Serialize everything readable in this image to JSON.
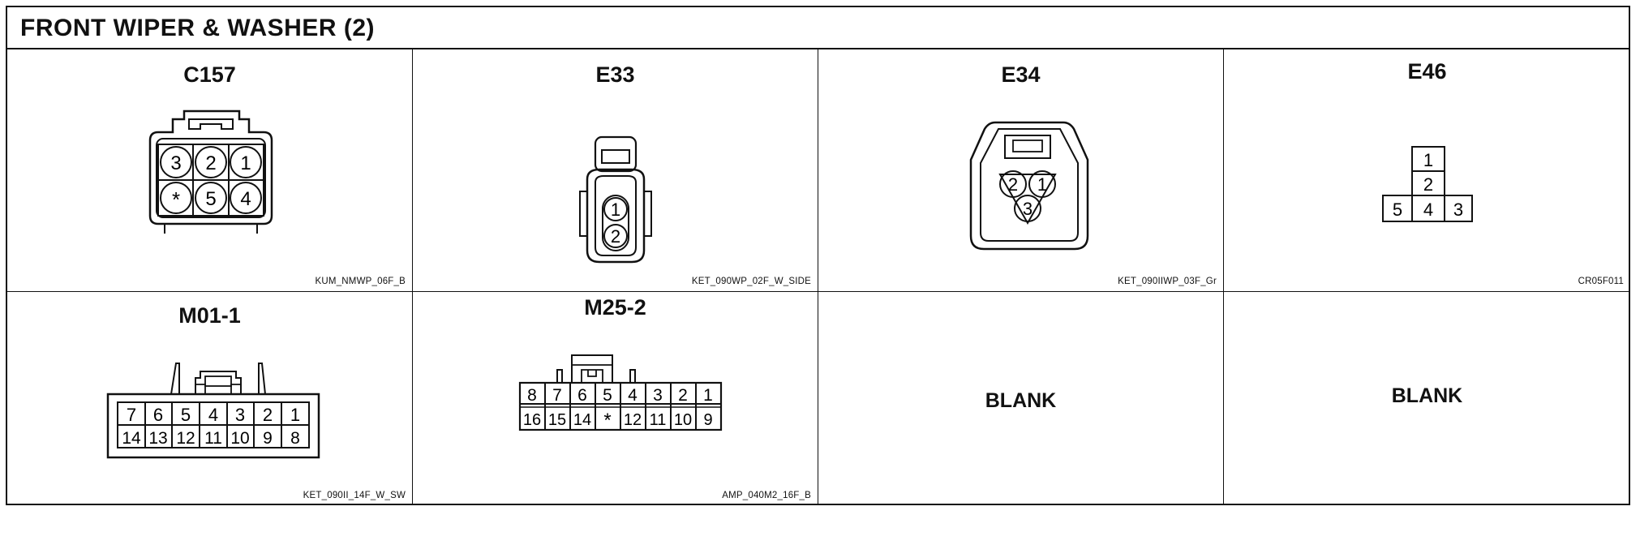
{
  "title": "FRONT WIPER & WASHER (2)",
  "cells": [
    {
      "name": "C157",
      "code": "KUM_NMWP_06F_B",
      "pins": [
        "3",
        "2",
        "1",
        "*",
        "5",
        "4"
      ]
    },
    {
      "name": "E33",
      "code": "KET_090WP_02F_W_SIDE",
      "pins": [
        "1",
        "2"
      ]
    },
    {
      "name": "E34",
      "code": "KET_090IIWP_03F_Gr",
      "pins": [
        "2",
        "1",
        "3"
      ]
    },
    {
      "name": "E46",
      "code": "CR05F011",
      "pins": [
        "1",
        "2",
        "5",
        "4",
        "3"
      ]
    },
    {
      "name": "M01-1",
      "code": "KET_090II_14F_W_SW",
      "pins_top": [
        "7",
        "6",
        "5",
        "4",
        "3",
        "2",
        "1"
      ],
      "pins_bottom": [
        "14",
        "13",
        "12",
        "11",
        "10",
        "9",
        "8"
      ]
    },
    {
      "name": "M25-2",
      "code": "AMP_040M2_16F_B",
      "pins_top": [
        "8",
        "7",
        "6",
        "5",
        "4",
        "3",
        "2",
        "1"
      ],
      "pins_bottom": [
        "16",
        "15",
        "14",
        "*",
        "12",
        "11",
        "10",
        "9"
      ]
    },
    {
      "name": "",
      "code": "",
      "blank": "BLANK"
    },
    {
      "name": "",
      "code": "",
      "blank": "BLANK"
    }
  ]
}
